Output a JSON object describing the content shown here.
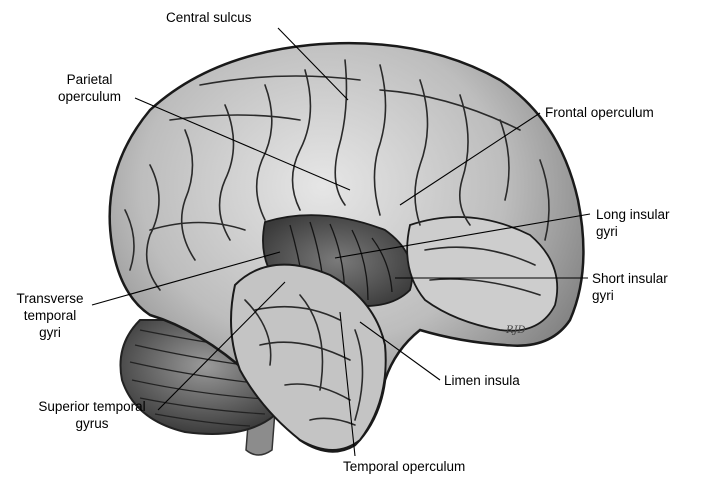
{
  "labels": {
    "central_sulcus": "Central sulcus",
    "parietal_operculum": [
      "Parietal",
      "operculum"
    ],
    "frontal_operculum": "Frontal operculum",
    "long_insular_gyri": [
      "Long insular",
      "gyri"
    ],
    "short_insular_gyri": [
      "Short insular",
      "gyri"
    ],
    "transverse_temporal_gyri": [
      "Transverse",
      "temporal",
      "gyri"
    ],
    "limen_insula": "Limen insula",
    "superior_temporal_gyrus": [
      "Superior temporal",
      "gyrus"
    ],
    "temporal_operculum": "Temporal operculum"
  },
  "signature": "RJD",
  "colors": {
    "background": "#ffffff",
    "brain_fill": "#c9c9c9",
    "sulcus_stroke": "#2a2a2a",
    "leader_line": "#000000"
  }
}
